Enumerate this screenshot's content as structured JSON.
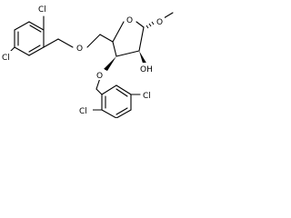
{
  "structure": {
    "atom_labels": {
      "cl_top": "Cl",
      "cl_left": "Cl",
      "o_ether_upper": "O",
      "o_ring": "O",
      "o_methoxy": "O",
      "o_ether_lower": "O",
      "oh": "OH",
      "cl_bottom_left": "Cl",
      "cl_bottom_right": "Cl"
    },
    "colors": {
      "ink": "#000000",
      "background": "#ffffff"
    }
  }
}
